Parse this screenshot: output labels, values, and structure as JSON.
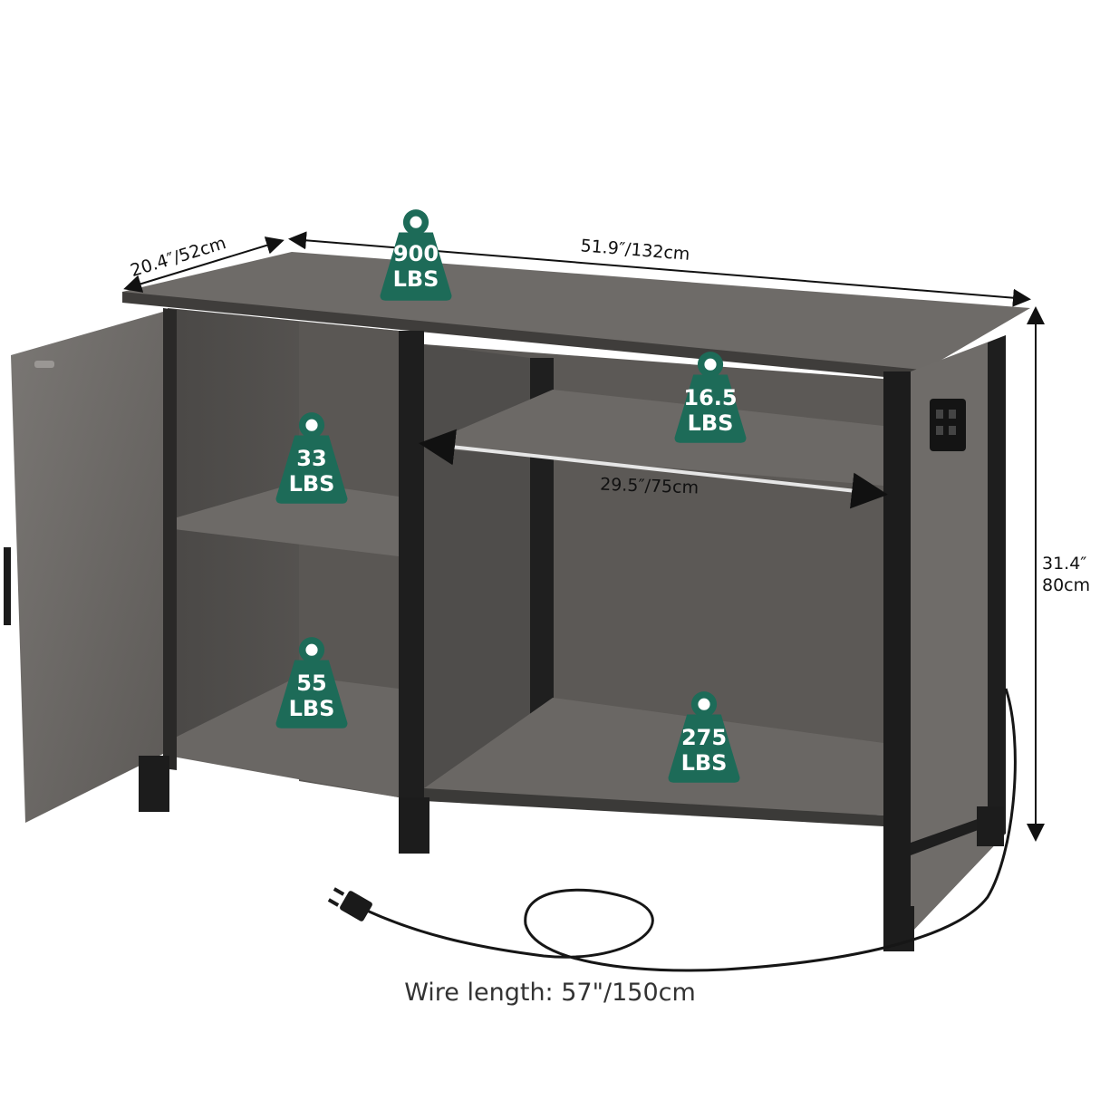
{
  "dimensions": {
    "depth": "20.4″/52cm",
    "width": "51.9″/132cm",
    "height_in": "31.4″",
    "height_cm": "80cm",
    "shelf_width": "29.5″/75cm"
  },
  "weights": {
    "top": {
      "value": "900",
      "unit": "LBS"
    },
    "upper_shelf": {
      "value": "16.5",
      "unit": "LBS"
    },
    "cabinet_middle": {
      "value": "33",
      "unit": "LBS"
    },
    "cabinet_bottom": {
      "value": "55",
      "unit": "LBS"
    },
    "bottom_shelf": {
      "value": "275",
      "unit": "LBS"
    }
  },
  "wire_label": "Wire length: 57\"/150cm",
  "colors": {
    "badge": "#1d6b58",
    "wood": "#6f6c69",
    "frame": "#1f1f1f"
  }
}
